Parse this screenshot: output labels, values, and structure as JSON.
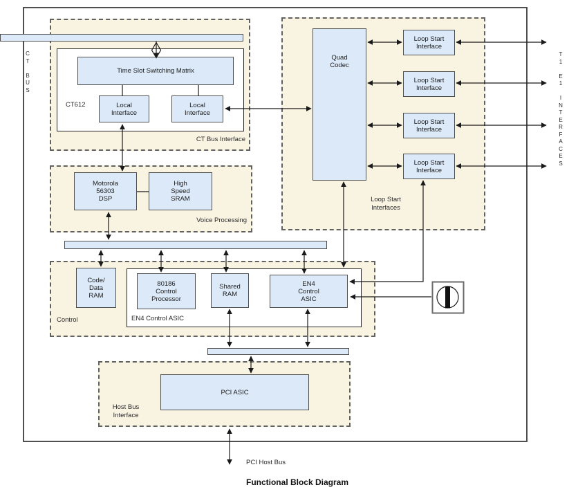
{
  "title": "Functional Block Diagram",
  "colors": {
    "block_fill": "#dbe9f8",
    "section_fill": "#f9f3e2",
    "wire": "#1a1a1a",
    "frame_border": "#4f4f4f"
  },
  "external_labels": {
    "ct_bus": "C\nT\n\nB\nU\nS",
    "t1_e1_interfaces": "T\n1\n\nE\n1\n\nI\nN\nT\nE\nR\nF\nA\nC\nE\nS",
    "pci_host_bus": "PCI Host Bus"
  },
  "sections": {
    "ct_bus_interface": {
      "label": "CT Bus Interface",
      "group_label": "CT612",
      "blocks": {
        "tssm": "Time Slot Switching Matrix",
        "local_if_1": "Local\nInterface",
        "local_if_2": "Local\nInterface"
      }
    },
    "voice_processing": {
      "label": "Voice Processing",
      "blocks": {
        "dsp": "Motorola\n56303\nDSP",
        "sram": "High\nSpeed\nSRAM"
      }
    },
    "control": {
      "label": "Control",
      "group_label": "EN4 Control ASIC",
      "blocks": {
        "code_data_ram": "Code/\nData\nRAM",
        "processor": "80186\nControl\nProcessor",
        "shared_ram": "Shared\nRAM",
        "en4_asic": "EN4\nControl\nASIC"
      }
    },
    "loop_start": {
      "label": "Loop Start\nInterfaces",
      "blocks": {
        "quad_codec": "Quad\nCodec"
      },
      "interfaces": [
        "Loop Start\nInterface",
        "Loop Start\nInterface",
        "Loop Start\nInterface",
        "Loop Start\nInterface"
      ]
    },
    "host_bus": {
      "label": "Host Bus\nInterface",
      "blocks": {
        "pci_asic": "PCI ASIC"
      }
    }
  }
}
